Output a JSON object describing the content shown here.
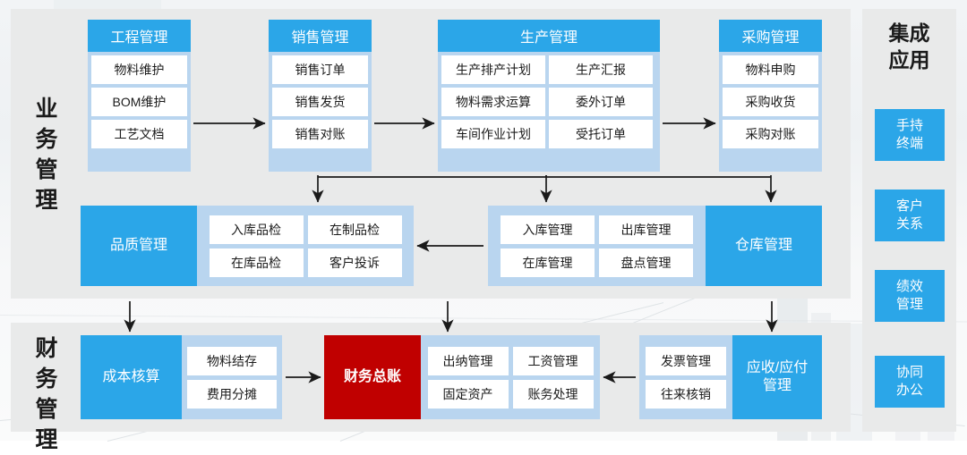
{
  "sections": {
    "business": {
      "label": "业务管理",
      "chars": [
        "业",
        "务",
        "管",
        "理"
      ]
    },
    "finance": {
      "label": "财务管理",
      "chars": [
        "财",
        "务",
        "管",
        "理"
      ]
    },
    "integrated": {
      "title": "集成应用",
      "title_lines": [
        "集成",
        "应用"
      ]
    }
  },
  "colors": {
    "header_blue": "#2ba6e8",
    "frame_blue": "#b9d5ef",
    "panel_gray": "#e9eaea",
    "cell_white": "#ffffff",
    "ledger_red": "#c00000",
    "text_dark": "#1b1b1b"
  },
  "modules": {
    "engineering": {
      "title": "工程管理",
      "items": [
        "物料维护",
        "BOM维护",
        "工艺文档"
      ]
    },
    "sales": {
      "title": "销售管理",
      "items": [
        "销售订单",
        "销售发货",
        "销售对账"
      ]
    },
    "production": {
      "title": "生产管理",
      "items": [
        "生产排产计划",
        "生产汇报",
        "物料需求运算",
        "委外订单",
        "车间作业计划",
        "受托订单"
      ]
    },
    "purchasing": {
      "title": "采购管理",
      "items": [
        "物料申购",
        "采购收货",
        "采购对账"
      ]
    },
    "quality": {
      "title": "品质管理",
      "items": [
        "入库品检",
        "在制品检",
        "在库品检",
        "客户投诉"
      ]
    },
    "warehouse": {
      "title": "仓库管理",
      "items": [
        "入库管理",
        "出库管理",
        "在库管理",
        "盘点管理"
      ]
    },
    "costing": {
      "title": "成本核算",
      "items": [
        "物料结存",
        "费用分摊"
      ]
    },
    "ledger": {
      "title": "财务总账",
      "items": []
    },
    "treasury": {
      "title": "",
      "items": [
        "出纳管理",
        "工资管理",
        "固定资产",
        "账务处理"
      ]
    },
    "receivable": {
      "title": "应收/应付管理",
      "title_lines": [
        "应收/应付",
        "管理"
      ],
      "items": [
        "发票管理",
        "往来核销"
      ]
    }
  },
  "integrated_apps": [
    {
      "label": "手持终端",
      "lines": [
        "手持",
        "终端"
      ]
    },
    {
      "label": "客户关系",
      "lines": [
        "客户",
        "关系"
      ]
    },
    {
      "label": "绩效管理",
      "lines": [
        "绩效",
        "管理"
      ]
    },
    {
      "label": "协同办公",
      "lines": [
        "协同",
        "办公"
      ]
    }
  ],
  "connectors": [
    {
      "name": "engineering-to-sales",
      "type": "arrow-right"
    },
    {
      "name": "sales-to-production",
      "type": "arrow-right"
    },
    {
      "name": "production-to-purchasing",
      "type": "arrow-right"
    },
    {
      "name": "bus-to-quality",
      "type": "arrow-down"
    },
    {
      "name": "bus-to-warehouse",
      "type": "arrow-down"
    },
    {
      "name": "bus-to-warehouse-right",
      "type": "arrow-down"
    },
    {
      "name": "warehouse-to-quality",
      "type": "arrow-left"
    },
    {
      "name": "quality-to-costing",
      "type": "arrow-down"
    },
    {
      "name": "warehouse-to-ledger",
      "type": "arrow-down"
    },
    {
      "name": "warehouse-to-receivable",
      "type": "arrow-down"
    },
    {
      "name": "costing-to-ledger",
      "type": "arrow-right"
    },
    {
      "name": "receivable-to-treasury",
      "type": "arrow-left"
    }
  ]
}
